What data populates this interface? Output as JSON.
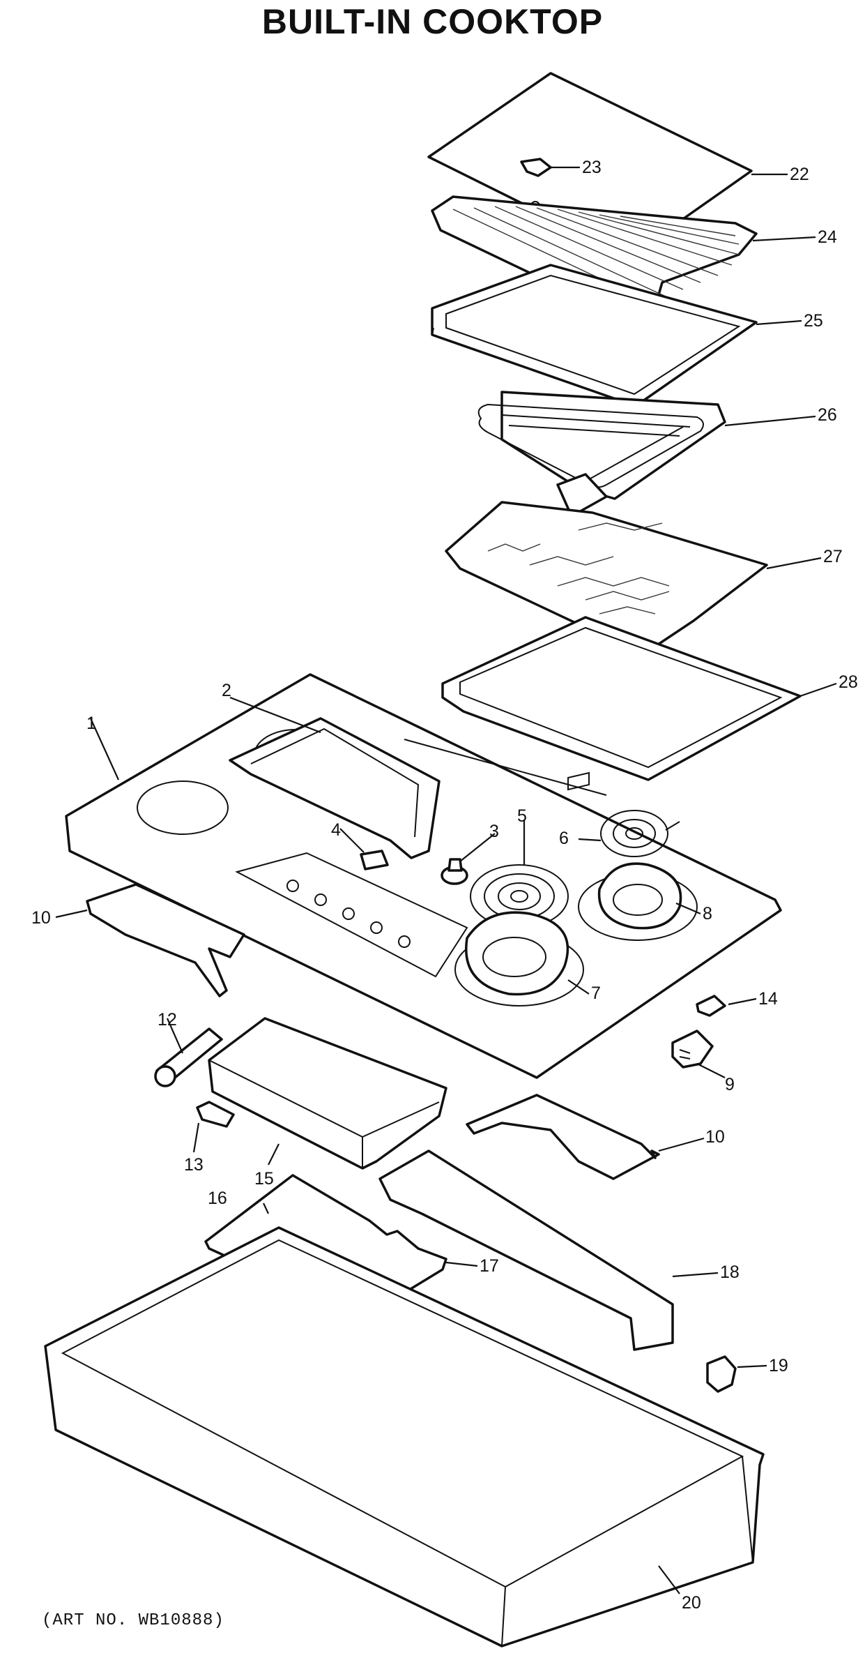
{
  "title": "BUILT-IN COOKTOP",
  "art_number": "(ART NO. WB10888)",
  "callouts": {
    "p1": "1",
    "p2": "2",
    "p3": "3",
    "p4": "4",
    "p5": "5",
    "p6": "6",
    "p7": "7",
    "p8": "8",
    "p9": "9",
    "p10a": "10",
    "p10b": "10",
    "p12": "12",
    "p13": "13",
    "p14": "14",
    "p15": "15",
    "p16": "16",
    "p17": "17",
    "p18": "18",
    "p19": "19",
    "p20": "20",
    "p22": "22",
    "p23": "23",
    "p24": "24",
    "p25": "25",
    "p26": "26",
    "p27": "27",
    "p28": "28"
  }
}
